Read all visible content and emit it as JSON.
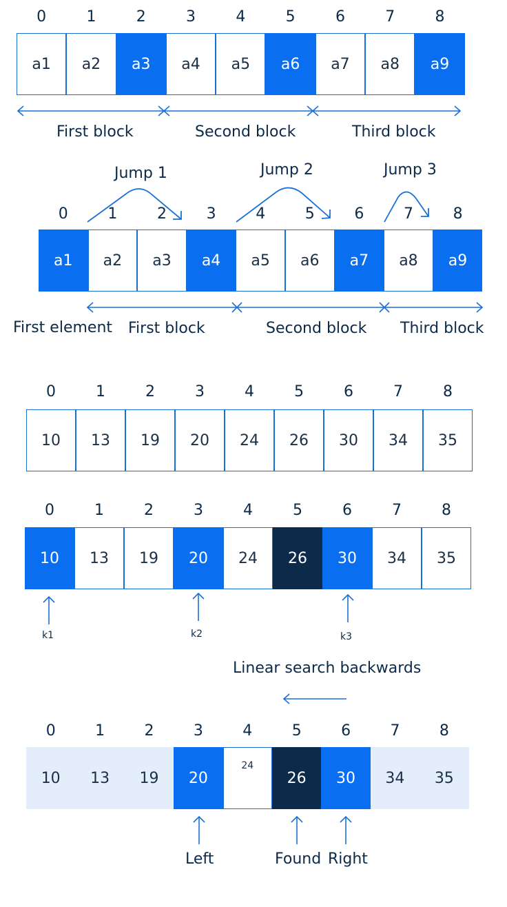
{
  "diagram1": {
    "indices": [
      "0",
      "1",
      "2",
      "3",
      "4",
      "5",
      "6",
      "7",
      "8"
    ],
    "cells": [
      {
        "text": "a1",
        "style": "white"
      },
      {
        "text": "a2",
        "style": "white"
      },
      {
        "text": "a3",
        "style": "blue"
      },
      {
        "text": "a4",
        "style": "white"
      },
      {
        "text": "a5",
        "style": "white"
      },
      {
        "text": "a6",
        "style": "blue"
      },
      {
        "text": "a7",
        "style": "white"
      },
      {
        "text": "a8",
        "style": "white"
      },
      {
        "text": "a9",
        "style": "blue"
      }
    ],
    "blocks": [
      "First block",
      "Second block",
      "Third block"
    ]
  },
  "diagram2": {
    "indices": [
      "0",
      "1",
      "2",
      "3",
      "4",
      "5",
      "6",
      "7",
      "8"
    ],
    "cells": [
      {
        "text": "a1",
        "style": "blue"
      },
      {
        "text": "a2",
        "style": "white"
      },
      {
        "text": "a3",
        "style": "white"
      },
      {
        "text": "a4",
        "style": "blue"
      },
      {
        "text": "a5",
        "style": "white"
      },
      {
        "text": "a6",
        "style": "white"
      },
      {
        "text": "a7",
        "style": "blue"
      },
      {
        "text": "a8",
        "style": "white"
      },
      {
        "text": "a9",
        "style": "blue"
      }
    ],
    "jumps": [
      "Jump 1",
      "Jump 2",
      "Jump 3"
    ],
    "first_element": "First element",
    "blocks": [
      "First block",
      "Second block",
      "Third block"
    ]
  },
  "diagram3": {
    "indices": [
      "0",
      "1",
      "2",
      "3",
      "4",
      "5",
      "6",
      "7",
      "8"
    ],
    "values": [
      "10",
      "13",
      "19",
      "20",
      "24",
      "26",
      "30",
      "34",
      "35"
    ]
  },
  "diagram4": {
    "indices": [
      "0",
      "1",
      "2",
      "3",
      "4",
      "5",
      "6",
      "7",
      "8"
    ],
    "cells": [
      {
        "text": "10",
        "style": "blue"
      },
      {
        "text": "13",
        "style": "white"
      },
      {
        "text": "19",
        "style": "white"
      },
      {
        "text": "20",
        "style": "blue"
      },
      {
        "text": "24",
        "style": "white"
      },
      {
        "text": "26",
        "style": "navy"
      },
      {
        "text": "30",
        "style": "blue"
      },
      {
        "text": "34",
        "style": "white"
      },
      {
        "text": "35",
        "style": "white"
      }
    ],
    "pointers": [
      "k1",
      "k2",
      "k3"
    ]
  },
  "diagram5": {
    "title": "Linear search backwards",
    "indices": [
      "0",
      "1",
      "2",
      "3",
      "4",
      "5",
      "6",
      "7",
      "8"
    ],
    "cells": [
      {
        "text": "10",
        "style": "light"
      },
      {
        "text": "13",
        "style": "light"
      },
      {
        "text": "19",
        "style": "light"
      },
      {
        "text": "20",
        "style": "blue"
      },
      {
        "text": "24",
        "style": "white-in-light small-text"
      },
      {
        "text": "26",
        "style": "navy"
      },
      {
        "text": "30",
        "style": "blue"
      },
      {
        "text": "34",
        "style": "light"
      },
      {
        "text": "35",
        "style": "light"
      }
    ],
    "labels": {
      "left": "Left",
      "found": "Found",
      "right": "Right"
    }
  },
  "colors": {
    "accent": "#0a6ef0",
    "navy": "#0c2b4b",
    "light": "#e4eefb"
  }
}
